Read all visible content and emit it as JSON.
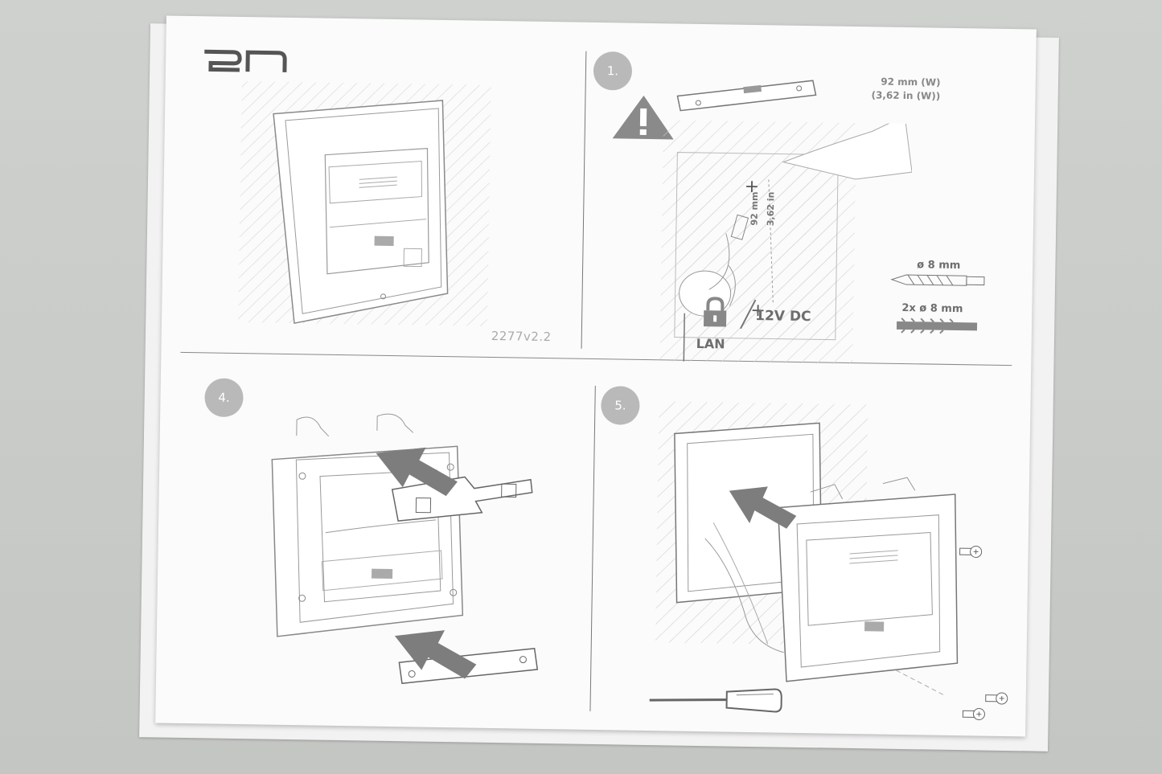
{
  "brand": {
    "logo_text": "2N"
  },
  "panel_main": {
    "model_code": "2277v2.2"
  },
  "step1": {
    "number": "1.",
    "width_mm": "92 mm (W)",
    "width_in": "(3,62 in (W))",
    "height_mm": "92 mm",
    "height_in": "3,62 in",
    "drill": "ø 8 mm",
    "anchors": "2x ø 8 mm",
    "power": "12V DC",
    "network": "LAN"
  },
  "step4": {
    "number": "4."
  },
  "step5": {
    "number": "5."
  },
  "colors": {
    "line": "#8a8a8a",
    "arrow": "#7d7d7d",
    "circle": "#b9b9b9",
    "text": "#6e6e6e"
  },
  "icons": [
    "warning-icon",
    "lock-icon",
    "spirit-level-icon",
    "drill-bit-icon",
    "wall-anchor-icon",
    "screwdriver-icon",
    "screw-icon",
    "arrow-icon"
  ]
}
